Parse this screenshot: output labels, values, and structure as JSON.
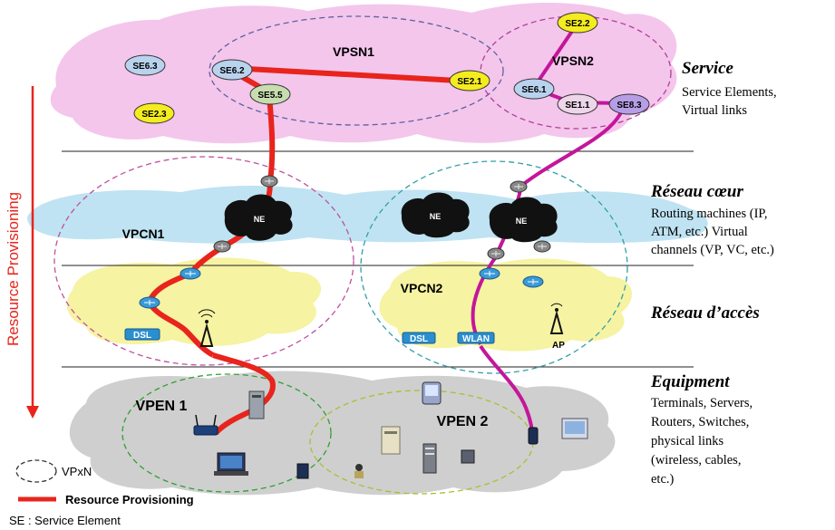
{
  "side_label": "Resource Provisioning",
  "layers": {
    "service": {
      "title": "Service",
      "desc_lines": [
        "Service Elements,",
        "Virtual links"
      ]
    },
    "core": {
      "title": "Réseau cœur",
      "desc_lines": [
        "Routing machines (IP,",
        "ATM, etc.) Virtual",
        "channels (VP, VC, etc.)"
      ]
    },
    "access": {
      "title": "Réseau d’accès"
    },
    "equipment": {
      "title": "Equipment",
      "desc_lines": [
        "Terminals, Servers,",
        "Routers, Switches,",
        "physical links",
        "(wireless, cables,",
        "etc.)"
      ]
    }
  },
  "virtual_networks": {
    "vpsn1": "VPSN1",
    "vpsn2": "VPSN2",
    "vpcn1": "VPCN1",
    "vpcn2": "VPCN2",
    "vpen1": "VPEN 1",
    "vpen2": "VPEN 2"
  },
  "service_elements": {
    "se63": "SE6.3",
    "se62": "SE6.2",
    "se55": "SE5.5",
    "se23": "SE2.3",
    "se21": "SE2.1",
    "se22": "SE2.2",
    "se61": "SE6.1",
    "se11": "SE1.1",
    "se83": "SE8.3"
  },
  "core_nodes": {
    "ne_a": "NE",
    "ne_b": "NE",
    "ne_c": "NE"
  },
  "access_devices": {
    "dsl1": "DSL",
    "dsl2": "DSL",
    "wlan": "WLAN",
    "ap": "AP"
  },
  "legend": {
    "vpxn": "VPxN",
    "provisioning": "Resource Provisioning",
    "se_note": "SE : Service Element"
  },
  "colors": {
    "red_link": "#e8241c",
    "magenta_link": "#c4169a",
    "service_cloud": "#f4c6ec",
    "core_band": "#bfe3f2",
    "access_cloud": "#f6f3a2",
    "equipment_cloud": "#cfcfcf",
    "se_yellow": "#f4ec1e",
    "se_blue": "#b9d3ee",
    "se_green": "#c7ddb0",
    "se_pink": "#ecd6e8",
    "se_purple": "#b69ee6"
  }
}
